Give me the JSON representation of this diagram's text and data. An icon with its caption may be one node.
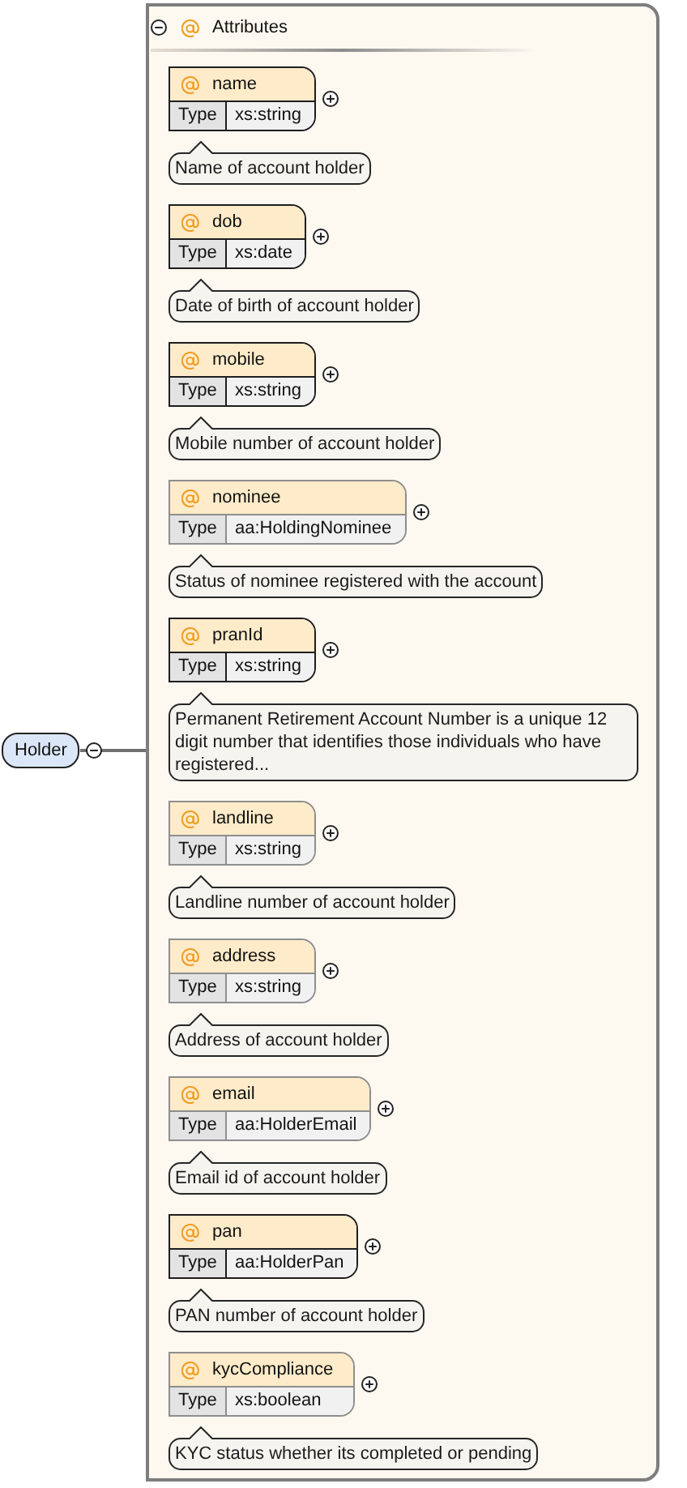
{
  "diagram": {
    "nodes": [
      {
        "text": [
          "Holder"
        ]
      },
      {
        "text": [
          "Attributes"
        ]
      },
      {
        "text": [
          "name",
          "Type",
          "xs:string"
        ],
        "in": 1
      },
      {
        "text": [
          "Name of account holder"
        ],
        "in": 1
      },
      {
        "text": [
          "dob",
          "Type",
          "xs:date"
        ],
        "in": 1
      },
      {
        "text": [
          "Date of birth of account holder"
        ],
        "in": 1
      },
      {
        "text": [
          "mobile",
          "Type",
          "xs:string"
        ],
        "in": 1
      },
      {
        "text": [
          "Mobile number of account holder"
        ],
        "in": 1
      },
      {
        "text": [
          "nominee",
          "Type",
          "aa:HoldingNominee"
        ],
        "in": 1
      },
      {
        "text": [
          "Status of nominee registered with the account"
        ],
        "in": 1
      },
      {
        "text": [
          "pranId",
          "Type",
          "xs:string"
        ],
        "in": 1
      },
      {
        "text": [
          "Permanent Retirement Account Number is a unique 12 digit number that identifies those individuals who have registered..."
        ],
        "in": 1
      },
      {
        "text": [
          "landline",
          "Type",
          "xs:string"
        ],
        "in": 1
      },
      {
        "text": [
          "Landline number of account holder"
        ],
        "in": 1
      },
      {
        "text": [
          "address",
          "Type",
          "xs:string"
        ],
        "in": 1
      },
      {
        "text": [
          "Address of account holder"
        ],
        "in": 1
      },
      {
        "text": [
          "email",
          "Type",
          "aa:HolderEmail"
        ],
        "in": 1
      },
      {
        "text": [
          "Email id of account holder"
        ],
        "in": 1
      },
      {
        "text": [
          "pan",
          "Type",
          "aa:HolderPan"
        ],
        "in": 1
      },
      {
        "text": [
          "PAN number of account holder"
        ],
        "in": 1
      },
      {
        "text": [
          "kycCompliance",
          "Type",
          "xs:boolean"
        ],
        "in": 1
      },
      {
        "text": [
          "KYC status whether its completed or pending"
        ],
        "in": 1
      }
    ],
    "edges": [
      {
        "from": 0,
        "to": 1,
        "arrow": "none"
      }
    ]
  }
}
